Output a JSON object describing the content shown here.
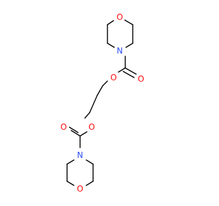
{
  "colors": {
    "background": "#ffffff",
    "bond": "#000000",
    "O": "#ff0d0d",
    "N": "#3050f8"
  },
  "atoms": [
    {
      "id": "o_ring_top",
      "element": "O",
      "label": "O"
    },
    {
      "id": "n_top",
      "element": "N",
      "label": "N"
    },
    {
      "id": "o_carbonyl_top",
      "element": "O",
      "label": "O"
    },
    {
      "id": "o_ester_top",
      "element": "O",
      "label": "O"
    },
    {
      "id": "o_ester_bottom",
      "element": "O",
      "label": "O"
    },
    {
      "id": "o_carbonyl_bottom",
      "element": "O",
      "label": "O"
    },
    {
      "id": "n_bottom",
      "element": "N",
      "label": "N"
    },
    {
      "id": "o_ring_bottom",
      "element": "O",
      "label": "O"
    }
  ]
}
